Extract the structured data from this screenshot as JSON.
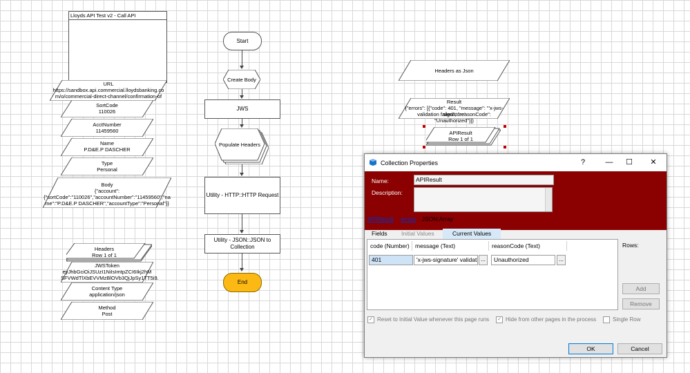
{
  "left": {
    "page_box_title": "Lloyds API Test v2 - Call API",
    "url": {
      "label": "URL",
      "value1": "https://sandbox.api.commercial.lloydsbanking.co",
      "value2": "m/o/commercial-direct-channel/confirmation-of"
    },
    "sortcode": {
      "label": "SortCode",
      "value": "110026"
    },
    "acct": {
      "label": "AcctNumber",
      "value": "11459560"
    },
    "name": {
      "label": "Name",
      "value": "P.D&E.P DASCHER"
    },
    "type": {
      "label": "Type",
      "value": "Personal"
    },
    "body": {
      "label": "Body",
      "l1": "{\"account\":",
      "l2": "{\"sortCode\":\"110026\",\"accountNumber\":\"11459560\",\"na",
      "l3": "me\":\"P.D&E.P DASCHER\",\"accountType\":\"Personal\"}}"
    },
    "headers": {
      "label": "Headers",
      "value": "Row 1 of 1"
    },
    "jwstoken": {
      "label": "JWSToken",
      "l1": "eyJhbGciOiJSUzI1NiIsImtpZCI6Ikj2hM",
      "l2": "SFVWdTlXbEVVMzBlOVb3QjJpSy1TT5i9."
    },
    "contenttype": {
      "label": "Content Type",
      "value": "application/json"
    },
    "method": {
      "label": "Method",
      "value": "Post"
    }
  },
  "flow": {
    "start": "Start",
    "create_body": "Create Body",
    "jws": "JWS",
    "populate_headers": "Populate Headers",
    "http_request": "Utility - HTTP::HTTP Request",
    "json_l1": "Utility - JSON::JSON to",
    "json_l2": "Collection",
    "end": "End"
  },
  "right": {
    "headers_as_json": "Headers as Json",
    "result": {
      "label": "Result",
      "l1": "{\"errors\": [{\"code\": 401, \"message\": \"'x-jws-signature'",
      "l2": "validation failed\", \"reasonCode\": \"Unauthorized\"}]}"
    },
    "apiresult": {
      "label": "APIResult",
      "value": "Row 1 of 1"
    }
  },
  "dialog": {
    "title": "Collection Properties",
    "help": "?",
    "minimize": "—",
    "maximize": "☐",
    "close": "✕",
    "name_label": "Name:",
    "name_value": "APIResult",
    "description_label": "Description:",
    "description_value": "",
    "breadcrumb": {
      "link1": "APIResult",
      "link2": "errors",
      "type": "JSON:Array"
    },
    "tabs": [
      "Fields",
      "Initial Values",
      "Current Values"
    ],
    "columns": [
      "code  (Number)",
      "message  (Text)",
      "reasonCode  (Text)"
    ],
    "row": {
      "code": "401",
      "message": "'x-jws-signature' validation",
      "reason": "Unauthorized"
    },
    "dots": "...",
    "rows_label": "Rows:",
    "add": "Add",
    "remove": "Remove",
    "reset_check": "Reset to Initial Value whenever this page runs",
    "hide_check": "Hide from other pages in the process",
    "single_row": "Single Row",
    "ok": "OK",
    "cancel": "Cancel",
    "accent_color": "#8b0000"
  }
}
